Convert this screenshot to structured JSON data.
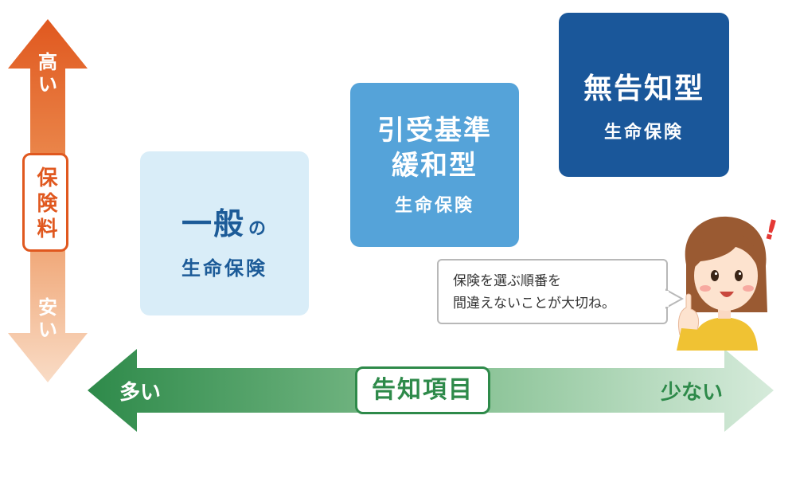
{
  "premium_axis": {
    "label": "保険料",
    "high_label": "高い",
    "low_label": "安い",
    "color": "#e0581f"
  },
  "disclosure_axis": {
    "label": "告知項目",
    "many_label": "多い",
    "few_label": "少ない",
    "color": "#2e8a4a"
  },
  "products": [
    {
      "title": "一般",
      "particle": "の",
      "subtitle": "生命保険",
      "color": "#d9edf8"
    },
    {
      "title_line1": "引受基準",
      "title_line2": "緩和型",
      "subtitle": "生命保険",
      "color": "#55a3d9"
    },
    {
      "title": "無告知型",
      "subtitle": "生命保険",
      "color": "#1a579a"
    }
  ],
  "speech": {
    "line1": "保険を選ぶ順番を",
    "line2": "間違えないことが大切ね。"
  },
  "exclamation": "!"
}
